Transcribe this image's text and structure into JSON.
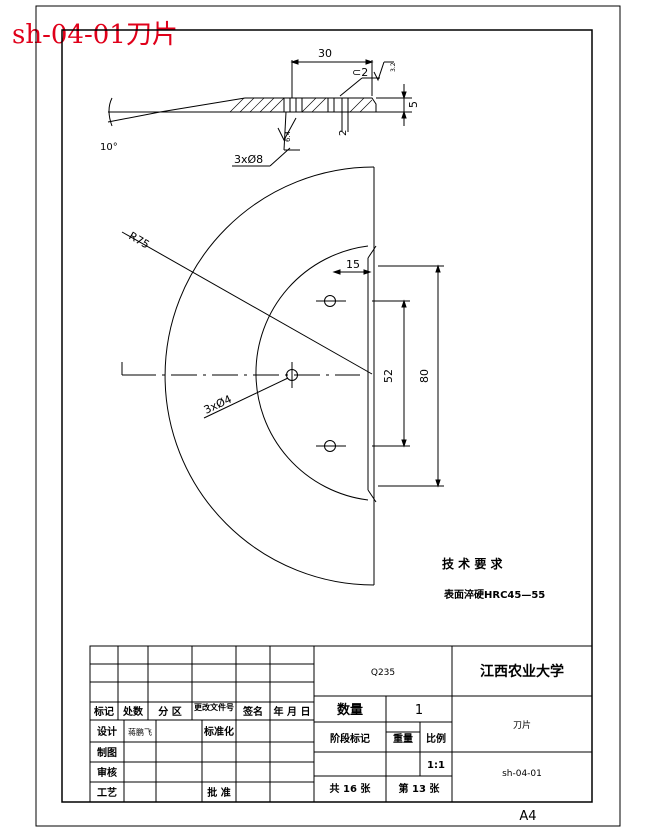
{
  "title_overlay": "sh-04-01刀片",
  "drawing": {
    "dims": {
      "d30": "30",
      "chamfer": "⊂2",
      "d5": "5",
      "d2": "2",
      "angle10": "10°",
      "holes8": "3xØ8",
      "r75": "R75",
      "d15": "15",
      "d52": "52",
      "d80": "80",
      "holes4": "3xØ4",
      "rough32": "3.2",
      "rough64": "6.4"
    },
    "tech_req": {
      "heading": "技 术 要 求",
      "line1": "表面淬硬HRC45—55"
    }
  },
  "title_block": {
    "material": "Q235",
    "school": "江西农业大学",
    "part_name": "刀片",
    "drawing_no": "sh-04-01",
    "qty_label": "数量",
    "qty_value": "1",
    "stage_label": "阶段标记",
    "weight_label": "重量",
    "ratio_label": "比例",
    "scale": "1:1",
    "sheets": "共 16 张",
    "sheet_no": "第 13 张",
    "rev_headers": [
      "标记",
      "处数",
      "分 区",
      "更改文件号",
      "签名",
      "年 月 日"
    ],
    "design_label": "设计",
    "designer": "蒋鹏飞",
    "std_label": "标准化",
    "draw_label": "制图",
    "check_label": "审核",
    "process_label": "工艺",
    "approve_label": "批 准"
  },
  "sheet_size": "A4"
}
